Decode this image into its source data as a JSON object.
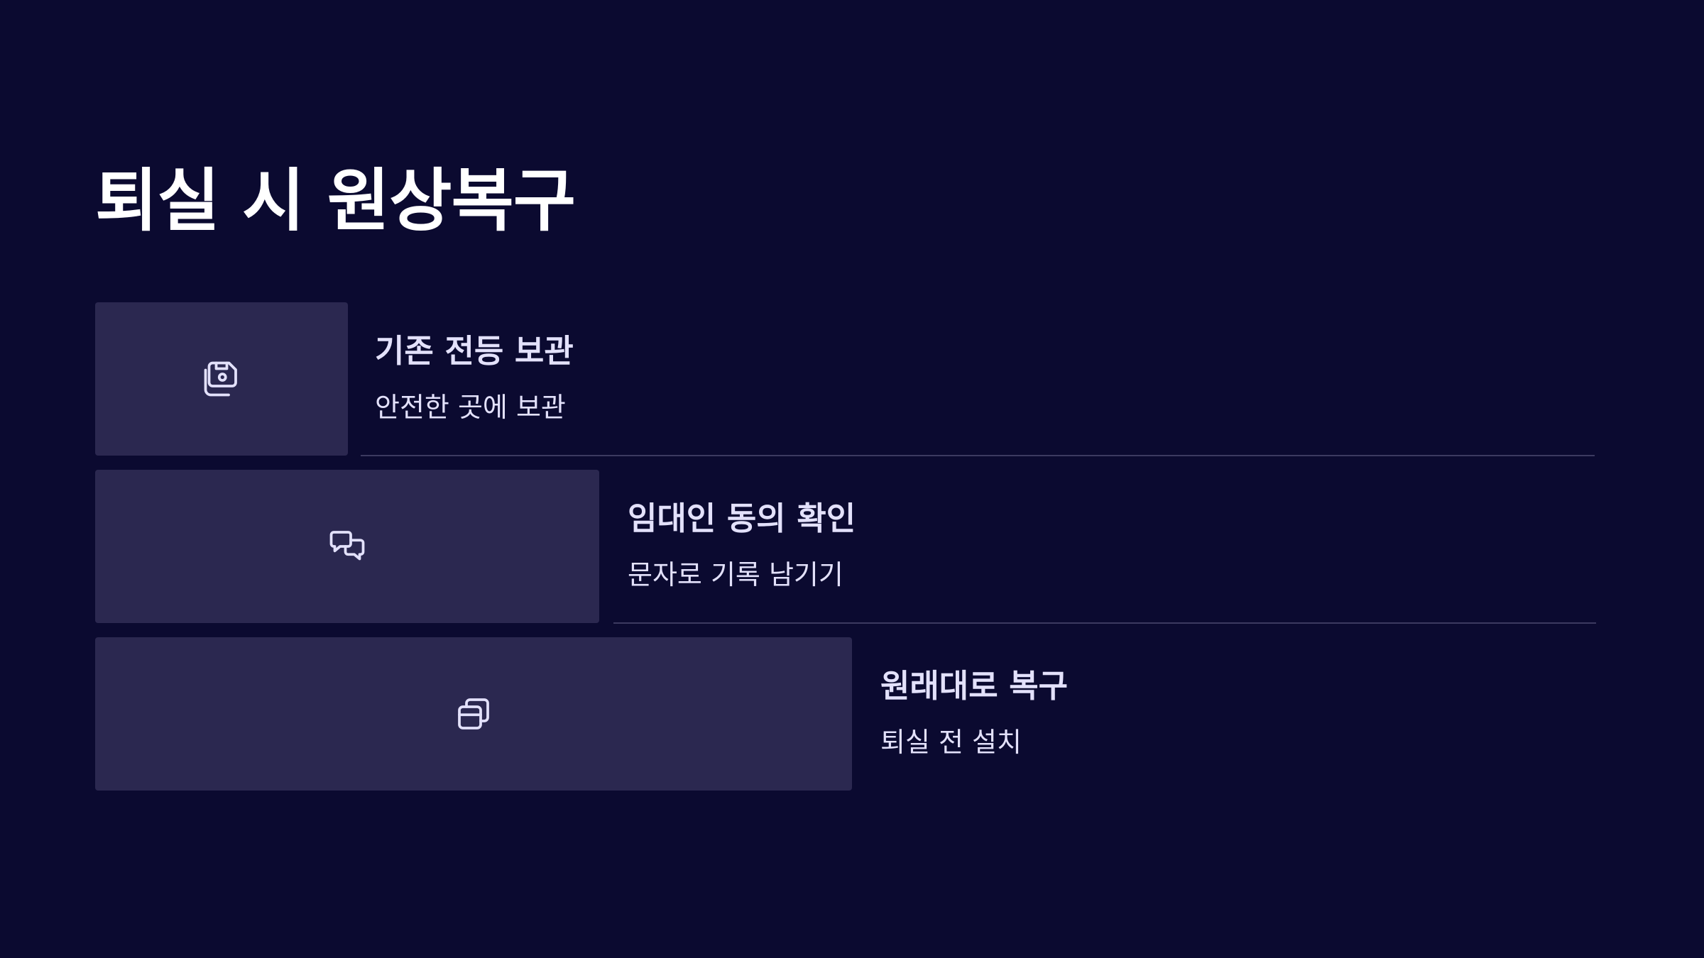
{
  "title": "퇴실 시 원상복구",
  "steps": [
    {
      "heading": "기존 전등 보관",
      "description": "안전한 곳에 보관",
      "icon": "save-icon"
    },
    {
      "heading": "임대인 동의 확인",
      "description": "문자로 기록 남기기",
      "icon": "chat-icon"
    },
    {
      "heading": "원래대로 복구",
      "description": "퇴실 전 설치",
      "icon": "copy-icon"
    }
  ],
  "colors": {
    "background": "#0b0a30",
    "box": "#2b2850",
    "text": "#e3e1fb",
    "title": "#ffffff",
    "divider": "#3c3a60"
  }
}
